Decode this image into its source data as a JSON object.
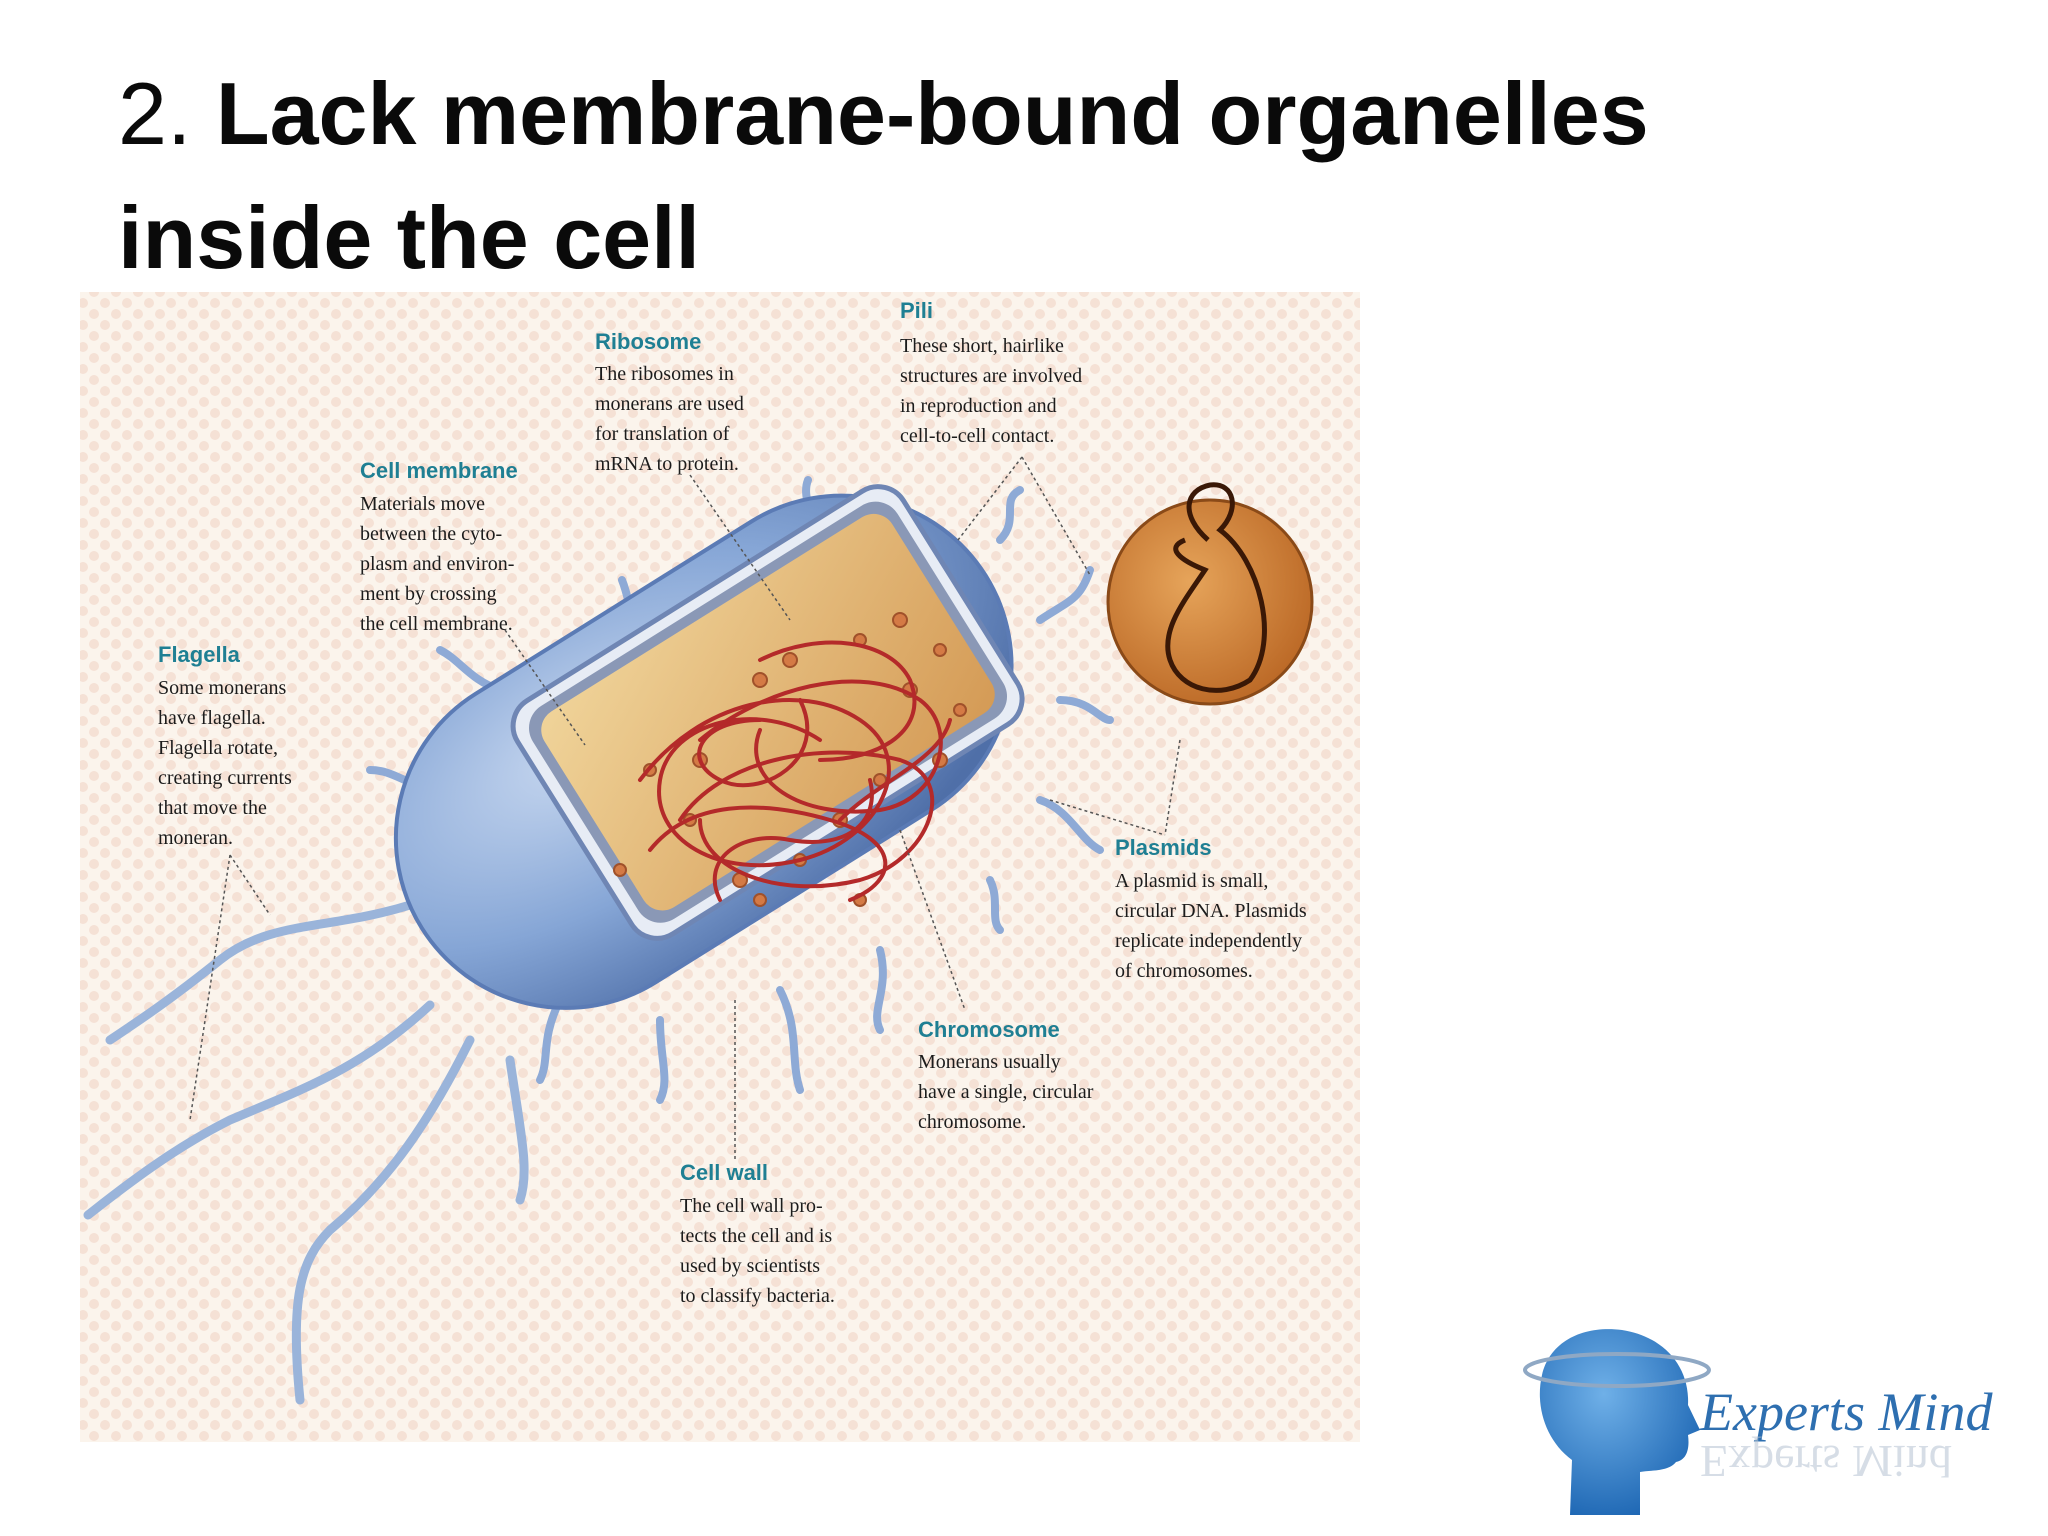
{
  "slide": {
    "number": "2.",
    "title_line1": "Lack membrane-bound organelles",
    "title_line2": "inside the cell"
  },
  "labels": {
    "ribosome": {
      "title": "Ribosome",
      "lines": [
        "The ribosomes in",
        "monerans are used",
        "for translation of",
        "mRNA to protein."
      ]
    },
    "pili": {
      "title": "Pili",
      "lines": [
        "These short, hairlike",
        "structures are involved",
        "in reproduction and",
        "cell-to-cell contact."
      ]
    },
    "cell_membrane": {
      "title": "Cell membrane",
      "lines": [
        "Materials move",
        "between the cyto-",
        "plasm and environ-",
        "ment by crossing",
        "the cell membrane."
      ]
    },
    "flagella": {
      "title": "Flagella",
      "lines": [
        "Some monerans",
        "have flagella.",
        "Flagella rotate,",
        "creating currents",
        "that move the",
        "moneran."
      ]
    },
    "plasmids": {
      "title": "Plasmids",
      "lines": [
        "A plasmid is small,",
        "circular DNA. Plasmids",
        "replicate independently",
        "of chromosomes."
      ]
    },
    "chromosome": {
      "title": "Chromosome",
      "lines": [
        "Monerans usually",
        "have a single, circular",
        "chromosome."
      ]
    },
    "cell_wall": {
      "title": "Cell wall",
      "lines": [
        "The cell wall pro-",
        "tects the cell and is",
        "used by scientists",
        "to classify bacteria."
      ]
    }
  },
  "logo": {
    "text": "Experts Mind"
  },
  "colors": {
    "cell_body": "#7d9fd3",
    "cytoplasm": "#dcae6a",
    "chromosome": "#b42a2a",
    "label_title": "#1f7f93",
    "plasmid_disc": "#c97a2c",
    "logo_blue": "#2e6fb0"
  }
}
